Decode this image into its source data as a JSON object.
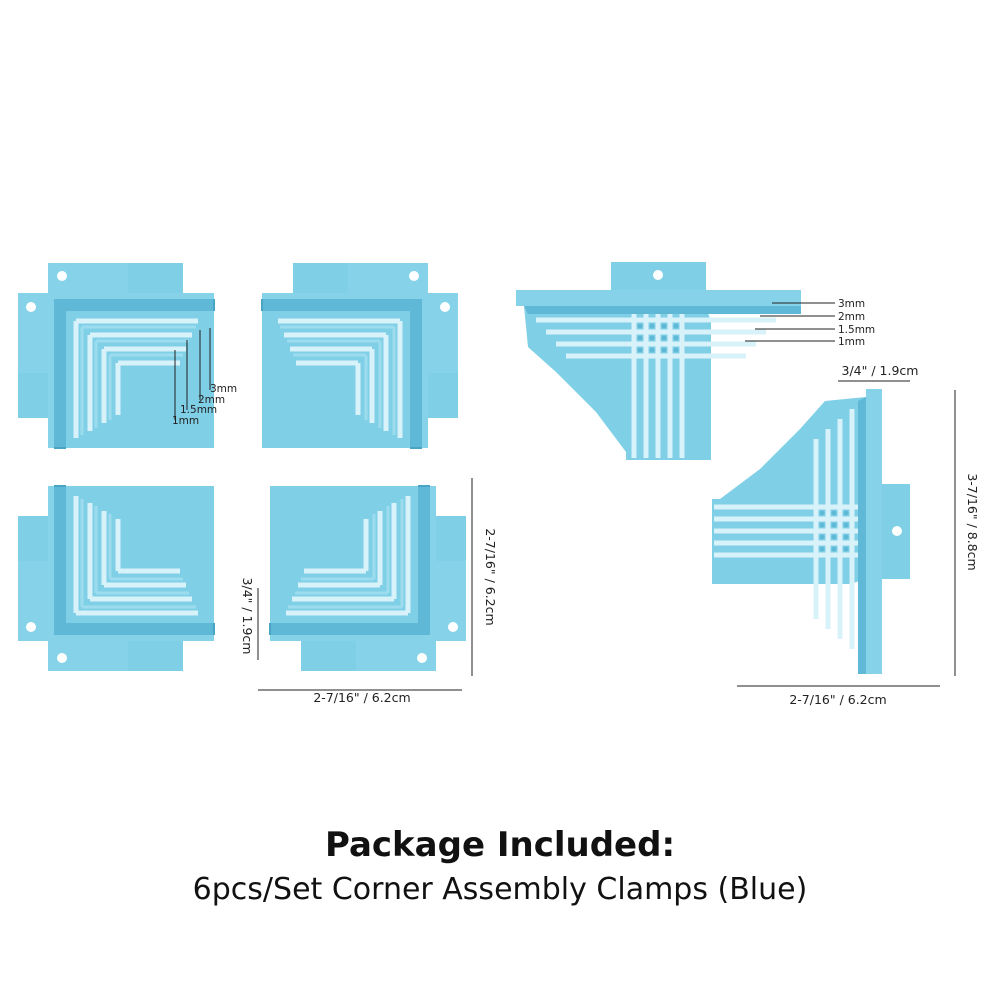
{
  "colors": {
    "clamp_fill": "#7fcfe6",
    "clamp_inner": "#5fb9d6",
    "clamp_rib": "#d8f2fa",
    "clamp_shadow": "#48a6c4"
  },
  "labels": {
    "left_group": {
      "mm3": "3mm",
      "mm2": "2mm",
      "mm15": "1.5mm",
      "mm1": "1mm"
    },
    "right_group": {
      "mm3": "3mm",
      "mm2": "2mm",
      "mm15": "1.5mm",
      "mm1": "1mm"
    }
  },
  "dimensions": {
    "left_height": "2-7/16\" / 6.2cm",
    "left_width": "2-7/16\" / 6.2cm",
    "left_depth": "3/4\" / 1.9cm",
    "right_depth": "3/4\" / 1.9cm",
    "right_height": "3-7/16\" / 8.8cm",
    "right_width": "2-7/16\" / 6.2cm"
  },
  "caption": {
    "title": "Package Included:",
    "subtitle": "6pcs/Set Corner Assembly Clamps (Blue)"
  }
}
